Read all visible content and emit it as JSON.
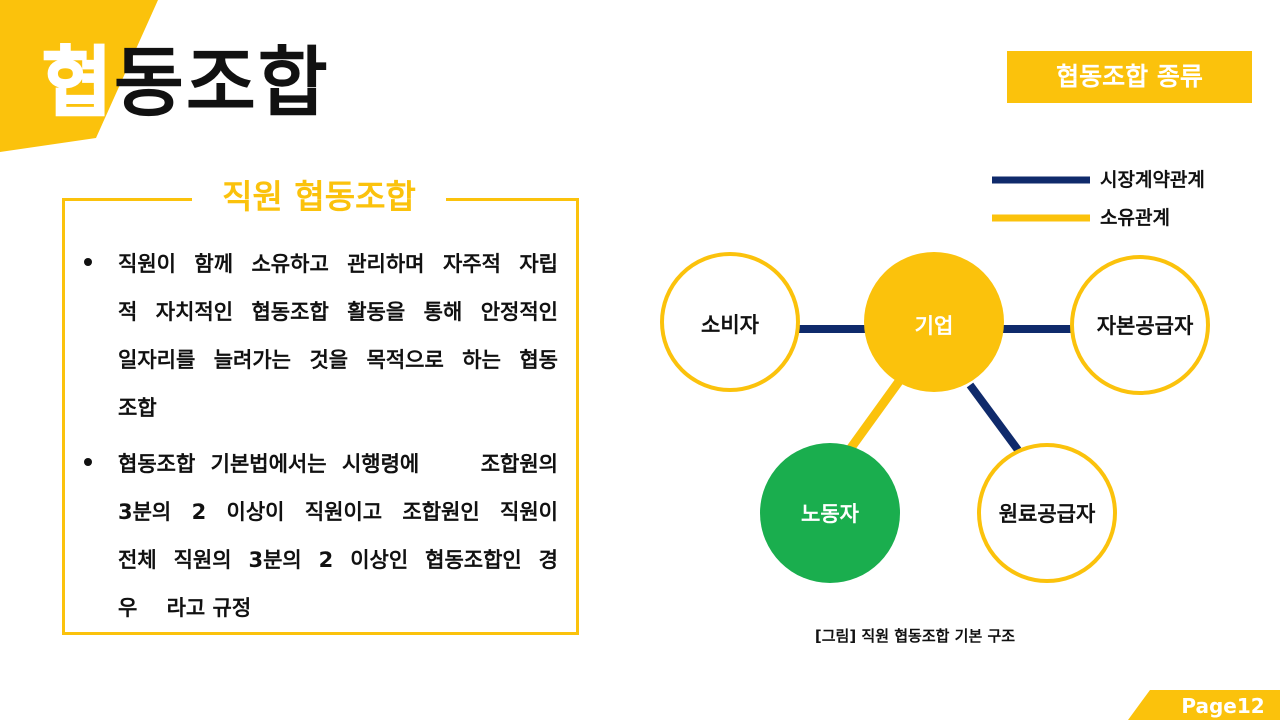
{
  "title": {
    "first_char": "협",
    "rest": "동조합"
  },
  "tag": "협동조합 종류",
  "panel": {
    "heading": "직원 협동조합",
    "bullets": [
      {
        "lines": [
          "직원이 함께 소유하고 관리하며 자주적 자립",
          "적 자치적인 협동조합 활동을 통해 안정적인",
          "일자리를 늘려가는 것을 목적으로 하는 협동",
          "조합"
        ]
      },
      {
        "lines": [
          "협동조합 기본법에서는 시행령에    조합원의",
          "3분의 2 이상이 직원이고 조합원인 직원이",
          "전체 직원의 3분의 2 이상인 협동조합인 경",
          "우    라고 규정"
        ]
      }
    ]
  },
  "legend": [
    {
      "label": "시장계약관계",
      "color": "#0F2A6B"
    },
    {
      "label": "소유관계",
      "color": "#FBC20C"
    }
  ],
  "nodes": {
    "consumer": "소비자",
    "company": "기업",
    "capital": "자본공급자",
    "labor": "노동자",
    "material": "원료공급자"
  },
  "colors": {
    "yellow": "#FBC20C",
    "navy": "#0F2A6B",
    "green": "#1AAE4E"
  },
  "caption": "[그림] 직원 협동조합 기본 구조",
  "page": "Page12"
}
